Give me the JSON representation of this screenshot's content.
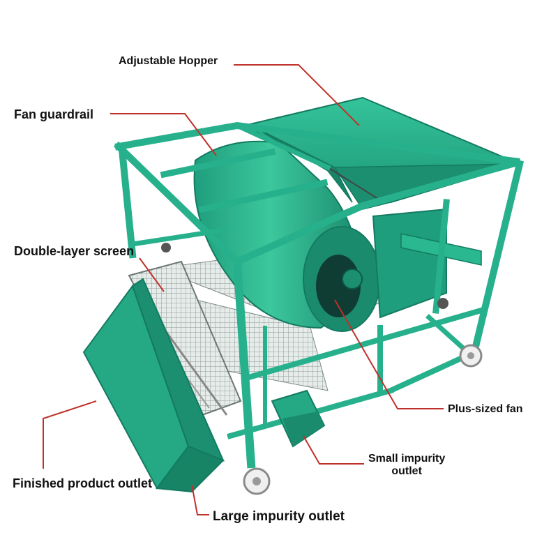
{
  "labels": {
    "adjustable_hopper": "Adjustable Hopper",
    "fan_guardrail": "Fan guardrail",
    "double_layer_screen": "Double-layer screen",
    "plus_sized_fan": "Plus-sized fan",
    "small_impurity_outlet_line1": "Small impurity",
    "small_impurity_outlet_line2": "outlet",
    "finished_product_outlet": "Finished product outlet",
    "large_impurity_outlet": "Large impurity outlet"
  },
  "colors": {
    "machine_green": "#27b08c",
    "machine_green_dark": "#148267",
    "machine_green_light": "#4fd0a8",
    "leader_line": "#c0302a",
    "mesh": "#b9c3c0"
  }
}
